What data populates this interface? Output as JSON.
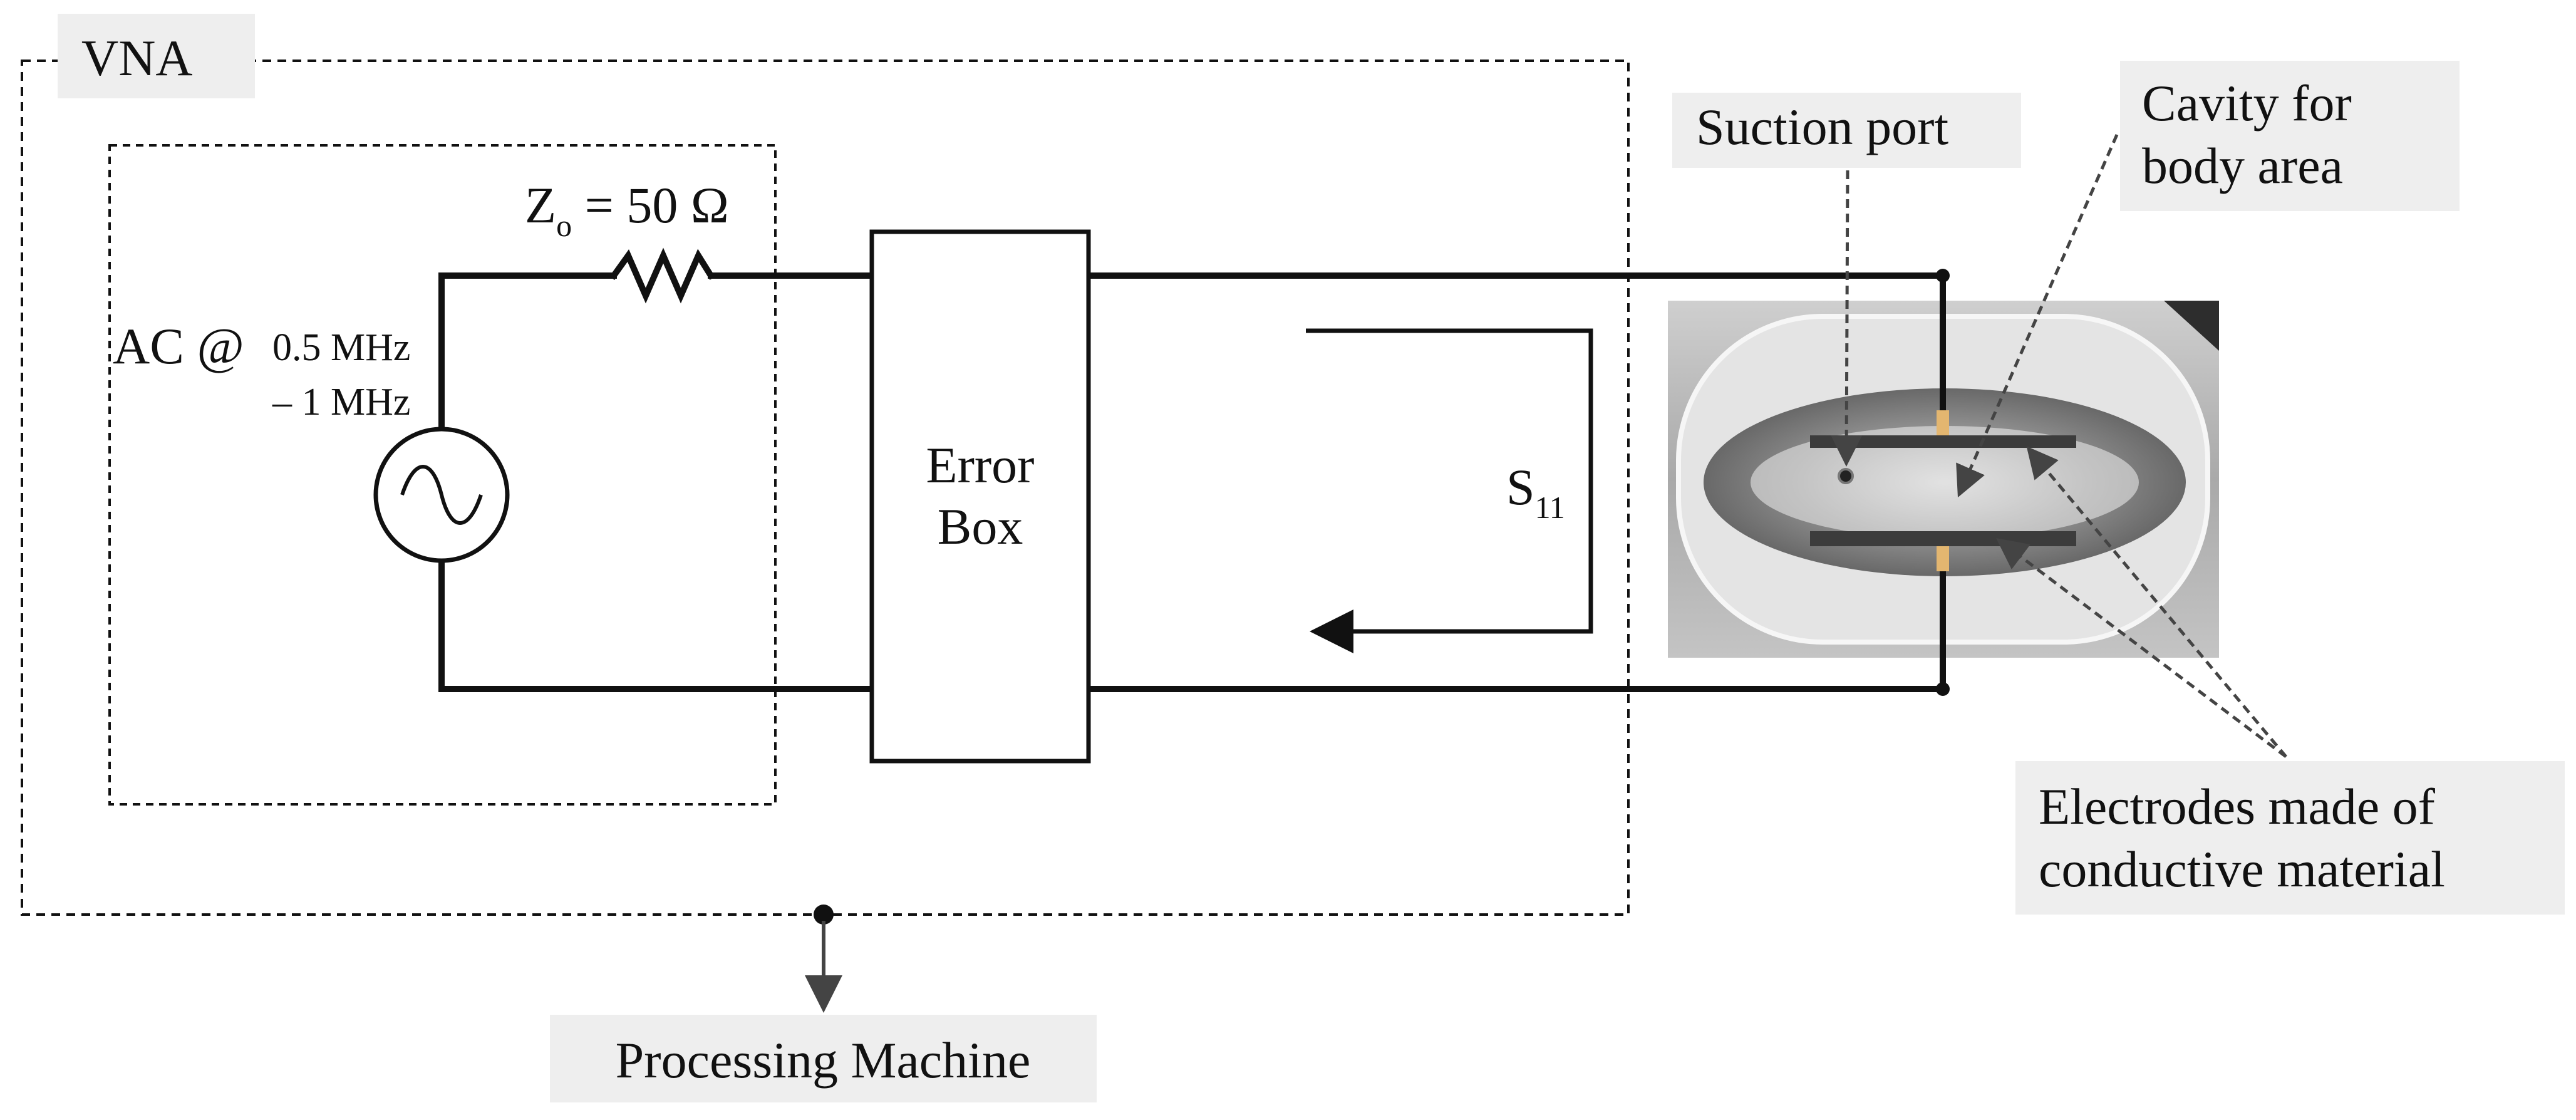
{
  "vna": {
    "label": "VNA"
  },
  "source": {
    "ac_prefix": "AC @",
    "freq_line1": "0.5 MHz",
    "freq_line2": "– 1 MHz"
  },
  "resistor": {
    "label_z": "Z",
    "label_sub": "o",
    "label_value": " = 50 Ω"
  },
  "error_box": {
    "line1": "Error",
    "line2": "Box"
  },
  "s_param": {
    "label": "S",
    "sub": "11"
  },
  "callouts": {
    "suction_port": "Suction port",
    "cavity_line1": "Cavity for",
    "cavity_line2": "body area",
    "electrodes_line1": "Electrodes made of",
    "electrodes_line2": "conductive material",
    "processing": "Processing Machine"
  },
  "colors": {
    "wire": "#111111",
    "callout_bg": "#eeeeee",
    "electrode": "#3c3c3c",
    "connector": "#e3b670",
    "photo_bg": "#b9b9b9"
  }
}
